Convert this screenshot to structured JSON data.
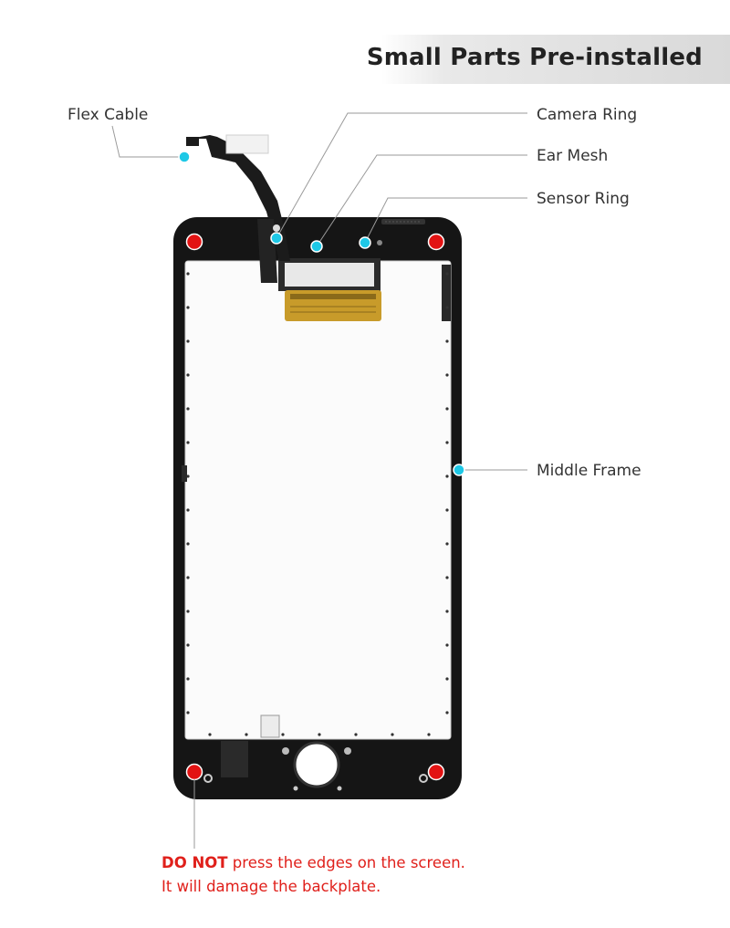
{
  "banner": {
    "title": "Small Parts Pre-installed"
  },
  "callouts": {
    "flex_cable": "Flex Cable",
    "camera_ring": "Camera Ring",
    "ear_mesh": "Ear Mesh",
    "sensor_ring": "Sensor Ring",
    "middle_frame": "Middle Frame"
  },
  "warning": {
    "emphasis": "DO NOT",
    "line1_rest": " press the edges on the screen.",
    "line2": "It will damage the backplate."
  },
  "colors": {
    "callout_dot": "#1ec8e6",
    "pressure_dot": "#e21313",
    "warning_text": "#e0201b"
  }
}
